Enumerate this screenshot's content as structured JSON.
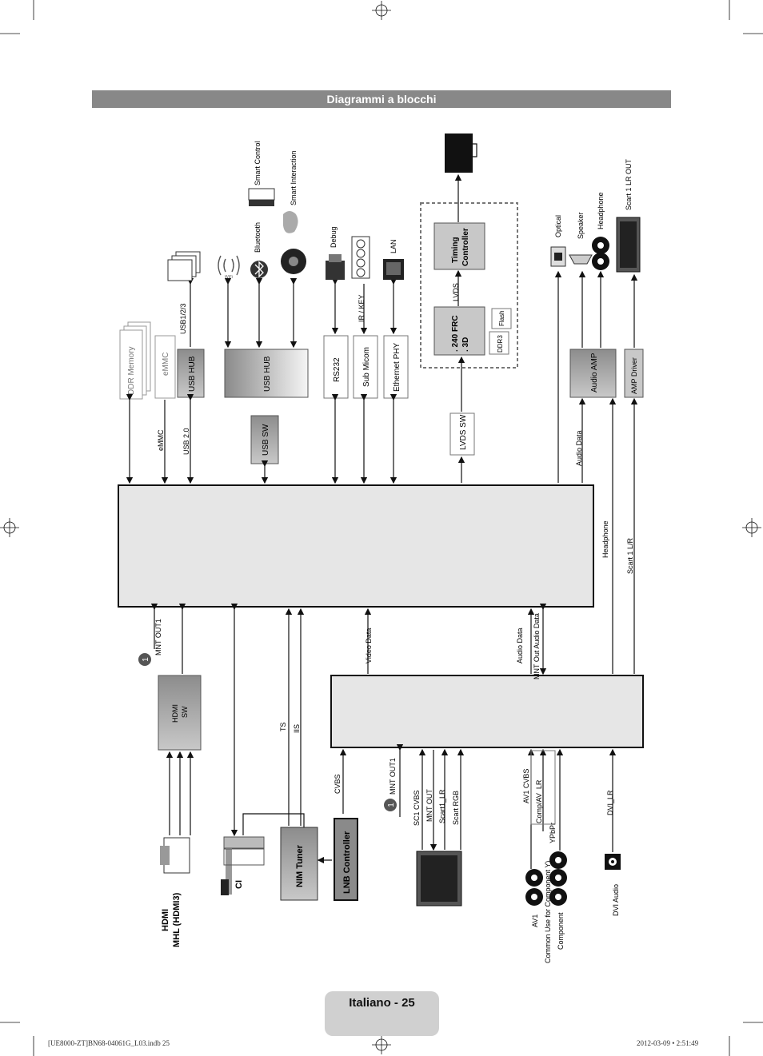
{
  "header": {
    "title": "Diagrammi a blocchi"
  },
  "footer": {
    "page_label": "Italiano - 25",
    "file_info": "[UE8000-ZT]BN68-04061G_L03.indb   25",
    "timestamp": "2012-03-09   • 2:51:49"
  },
  "top_blocks": {
    "ddr_memory": "DDR Memory",
    "emmc": "eMMC",
    "usb_hub1": "USB HUB",
    "usb_hub2": "USB HUB",
    "usb_sw": "USB SW",
    "rs232": "RS232",
    "sub_micom": "Sub Micom",
    "ethernet_phy": "Ethernet PHY",
    "lvds_sw": "LVDS SW",
    "frc_line1": ". 240 FRC",
    "frc_line2": ". 3D",
    "flash": "Flash",
    "ddr3": "DDR3",
    "timing_line1": "Timing",
    "timing_line2": "Controller",
    "audio_amp": "Audio AMP",
    "amp_driver": "AMP Driver"
  },
  "top_labels": {
    "emmc": "eMMC",
    "usb20": "USB 2.0",
    "usb123": "USB1/2/3",
    "wifi": "WiFi",
    "bluetooth": "Bluetooth",
    "smart_control": "Smart Control",
    "smart_interaction": "Smart Interaction",
    "debug": "Debug",
    "ir_key": "IR / KEY",
    "lan": "LAN",
    "lvds": "LVDS",
    "optical": "Optical",
    "speaker": "Speaker",
    "headphone": "Headphone",
    "scart_lr_out": "Scart 1 LR OUT",
    "audio_data": "Audio Data",
    "headphone2": "Headphone",
    "scart_lr": "Scart 1 L/R"
  },
  "bottom_blocks": {
    "hdmi_sw_1": "HDMI",
    "hdmi_sw_2": "SW",
    "nim_tuner": "NIM Tuner",
    "lnb_controller": "LNB Controller",
    "ci": "CI"
  },
  "bottom_labels": {
    "mnt_out1": "MNT OUT1",
    "one": "1",
    "ts": "TS",
    "iis": "IIS",
    "cvbs": "CVBS",
    "video_data": "Video Data",
    "audio_data": "Audio Data",
    "mnt_out_audio": "MNT Out Audio Data",
    "mnt_out1_b": "MNT OUT1",
    "sc1_cvbs": "SC1 CVBS",
    "mnt_out": "MNT OUT",
    "scart1_lr": "Scart1_LR",
    "scart_rgb": "Scart RGB",
    "av1_cvbs": "AV1 CVBS",
    "comp_av_lr": "Comp/AV_LR",
    "ypbpr": "YPbPr",
    "dvi_lr": "DVI_LR",
    "hdmi": "HDMI",
    "mhl": "MHL (HDMI3)",
    "av1": "AV1",
    "common_use": "Common Use for Component Y)",
    "component": "Component",
    "dvi_audio": "DVI Audio"
  },
  "colors": {
    "block_dark": "#9a9a9a",
    "block_light": "#e6e6e6",
    "line": "#111111"
  }
}
